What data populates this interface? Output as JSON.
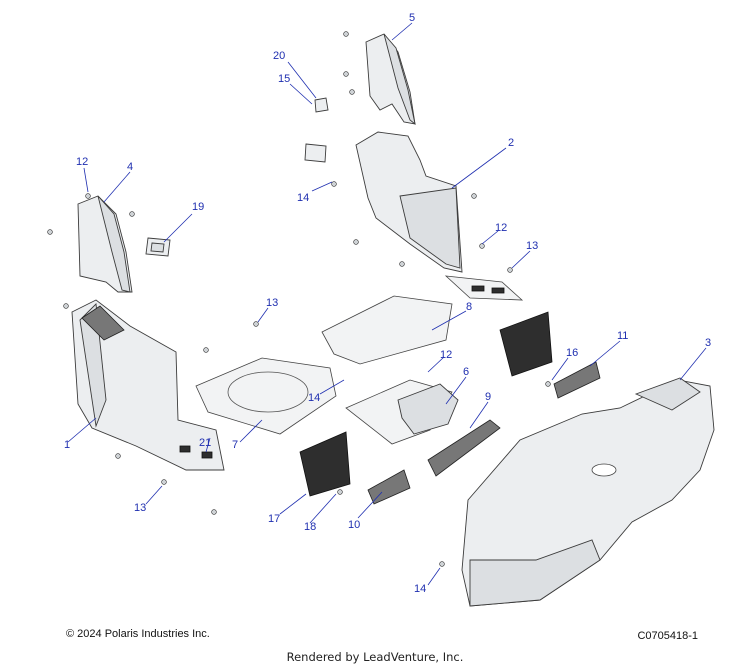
{
  "callouts": {
    "c1": "1",
    "c2": "2",
    "c3": "3",
    "c4": "4",
    "c5": "5",
    "c6": "6",
    "c7": "7",
    "c8": "8",
    "c9": "9",
    "c10": "10",
    "c11": "11",
    "c12a": "12",
    "c12b": "12",
    "c12c": "12",
    "c13a": "13",
    "c13b": "13",
    "c13c": "13",
    "c14a": "14",
    "c14b": "14",
    "c14c": "14",
    "c15": "15",
    "c16": "16",
    "c17": "17",
    "c18": "18",
    "c19": "19",
    "c20": "20",
    "c21": "21"
  },
  "footer": {
    "copyright": "© 2024 Polaris Industries Inc.",
    "diagram_code": "C0705418-1",
    "rendered_by": "Rendered by LeadVenture, Inc."
  },
  "colors": {
    "callout": "#1f2fb0",
    "line": "#3c3c3c",
    "panel": "#eceef0",
    "mesh": "#2e2e2e"
  }
}
